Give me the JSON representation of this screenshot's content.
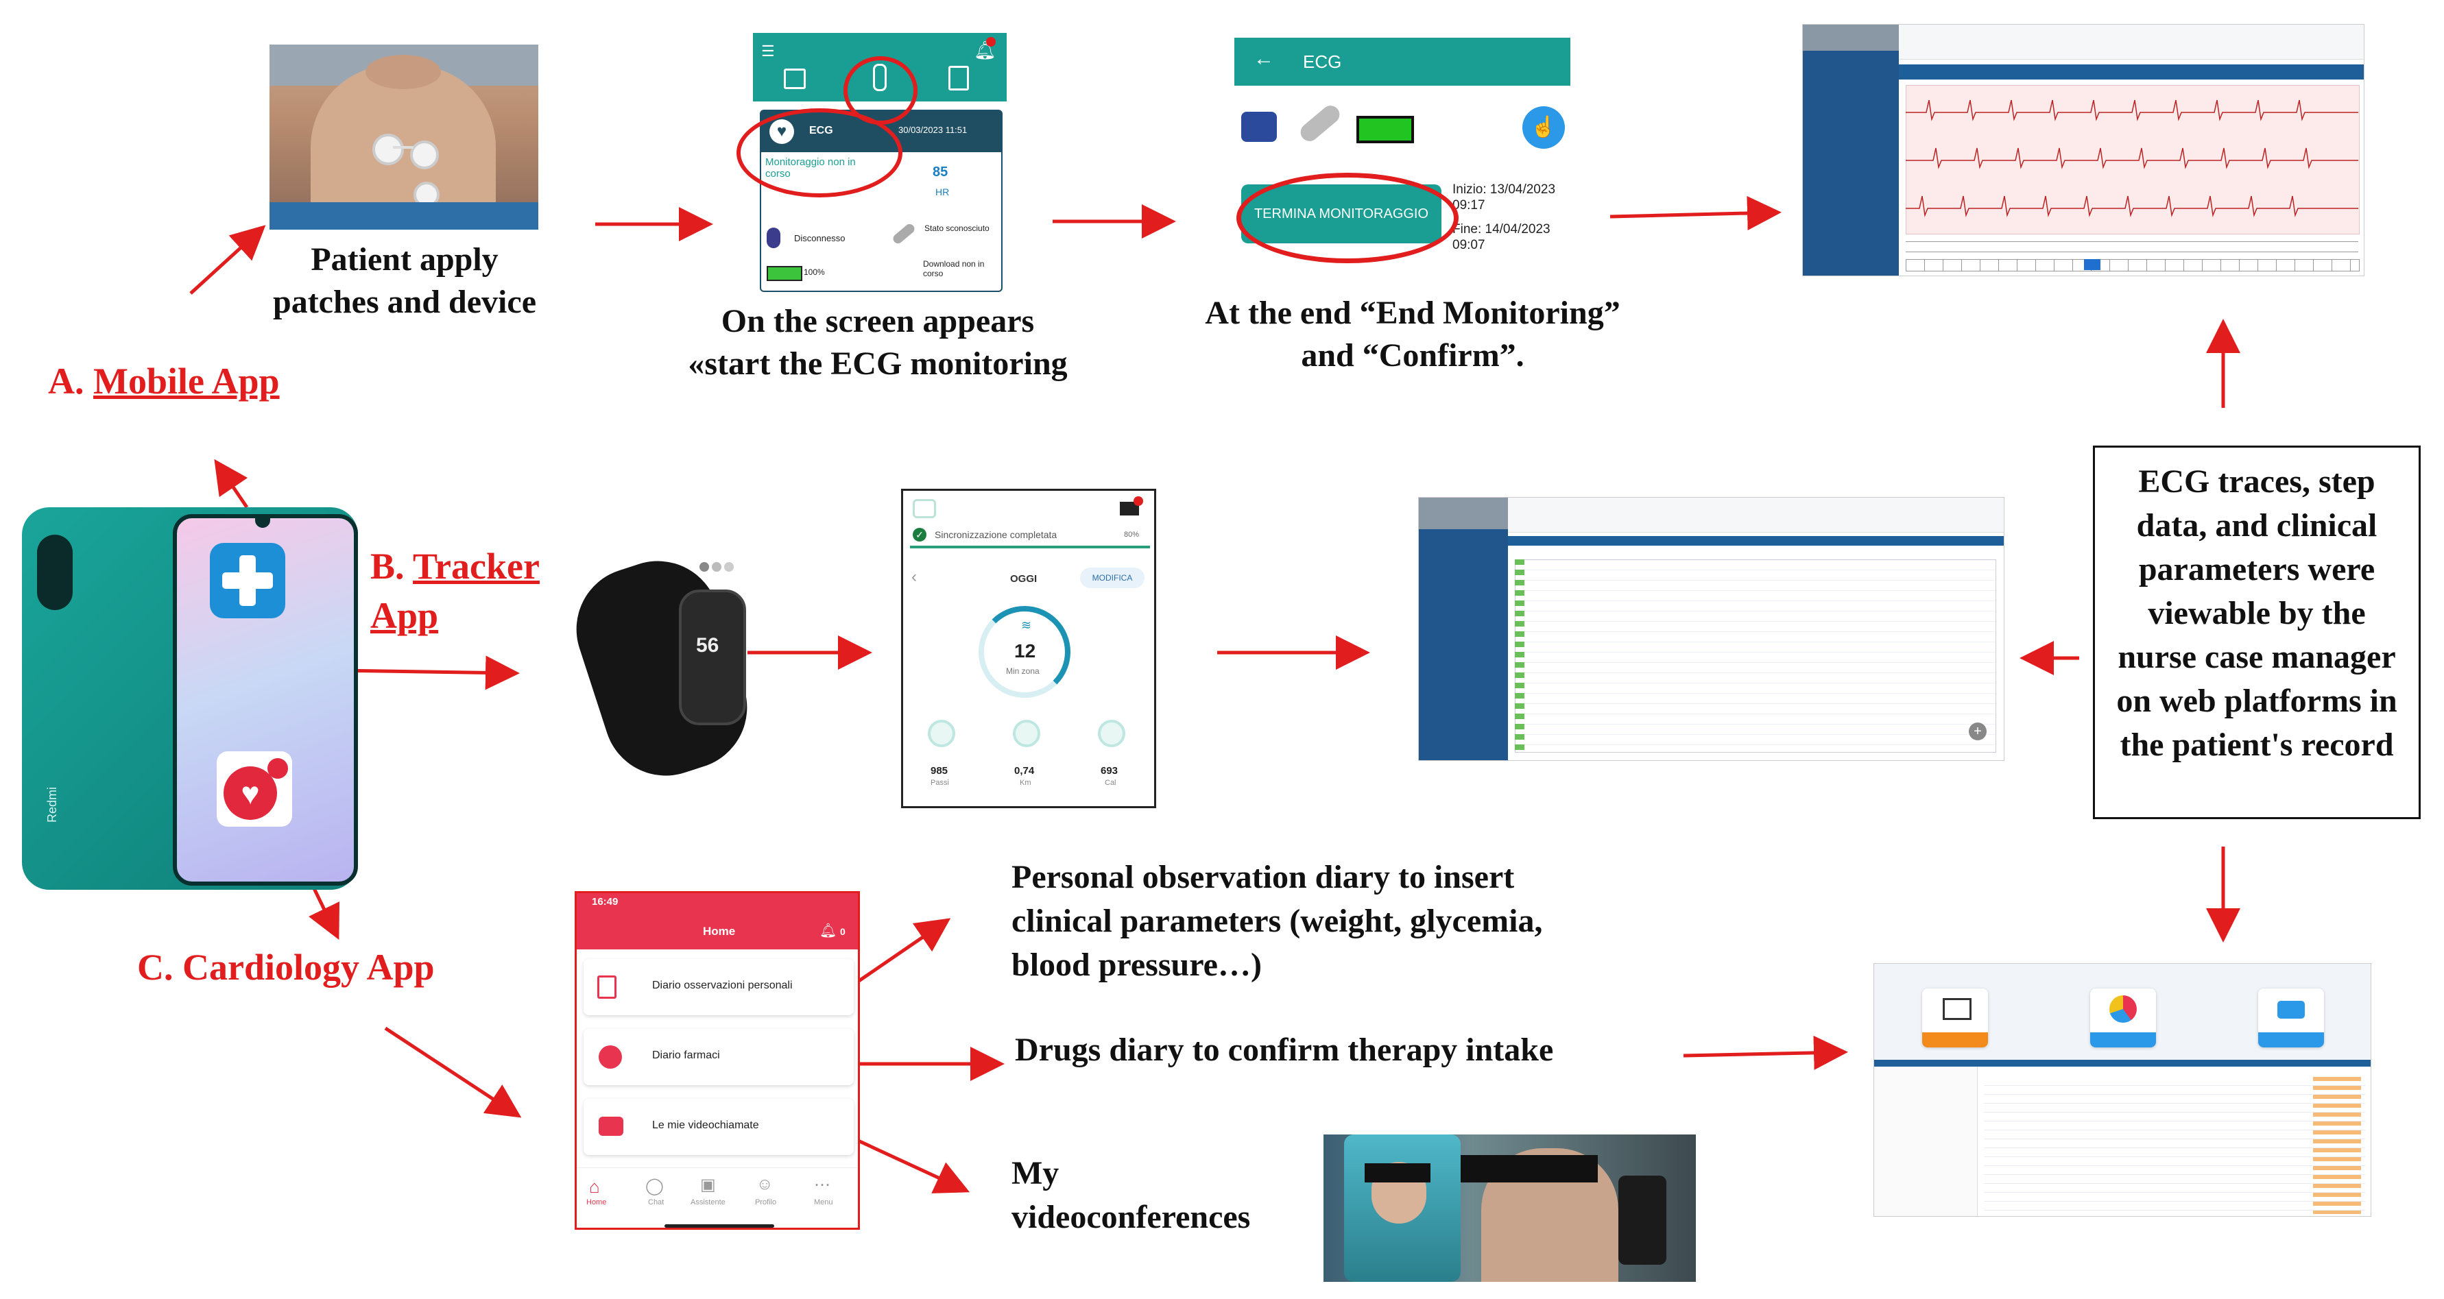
{
  "labels": {
    "mobile_app_prefix": "A. ",
    "mobile_app": "Mobile App",
    "tracker_app_prefix": "B. ",
    "tracker_app_line1": "Tracker",
    "tracker_app_line2": "App",
    "cardiology_app": "C. Cardiology App"
  },
  "captions": {
    "patient_line1": "Patient apply",
    "patient_line2": "patches and device",
    "screen_line1": "On the screen appears",
    "screen_line2": "«start the ECG monitoring",
    "end_line1": "At the end “End Monitoring”",
    "end_line2": "and “Confirm”.",
    "ecg_box": "ECG traces, step data, and clinical parameters were viewable by the nurse case manager on web platforms in the patient's record",
    "diary_line1": "Personal observation diary to insert",
    "diary_line2": "clinical parameters (weight, glycemia,",
    "diary_line3": "blood pressure…)",
    "drugs": "Drugs diary to confirm therapy intake",
    "video_line1": "My",
    "video_line2": "videoconferences"
  },
  "ecg_app": {
    "card_title": "ECG",
    "date": "30/03/2023 11:51",
    "status": "Monitoraggio non in corso",
    "hr_value": "85",
    "hr_label": "HR",
    "disconnected": "Disconnesso",
    "state": "Stato sconosciuto",
    "battery": "100%",
    "download": "Download non in corso"
  },
  "end_screen": {
    "title": "ECG",
    "button": "TERMINA MONITORAGGIO",
    "start": "Inizio: 13/04/2023 09:17",
    "end": "Fine: 14/04/2023 09:07"
  },
  "tracker_app": {
    "sync": "Sincronizzazione completata",
    "battery": "80%",
    "day": "OGGI",
    "edit": "MODIFICA",
    "zone_value": "12",
    "zone_label": "Min zona",
    "steps_value": "985",
    "steps_label": "Passi",
    "km_value": "0,74",
    "km_label": "Km",
    "cal_value": "693",
    "cal_label": "Cal"
  },
  "fitbit": {
    "screen_value": "56"
  },
  "phone": {
    "brand": "Redmi"
  },
  "cardio_app": {
    "time": "16:49",
    "header": "Home",
    "bell_count": "0",
    "item1": "Diario osservazioni personali",
    "item2": "Diario farmaci",
    "item3": "Le mie videochiamate",
    "nav": [
      "Home",
      "Chat",
      "Assistente",
      "Profilo",
      "Menu"
    ]
  },
  "colors": {
    "accent_red": "#e11d1d",
    "teal": "#1a9e93",
    "cardio_red": "#e8344e",
    "web_blue": "#1f5f99"
  }
}
